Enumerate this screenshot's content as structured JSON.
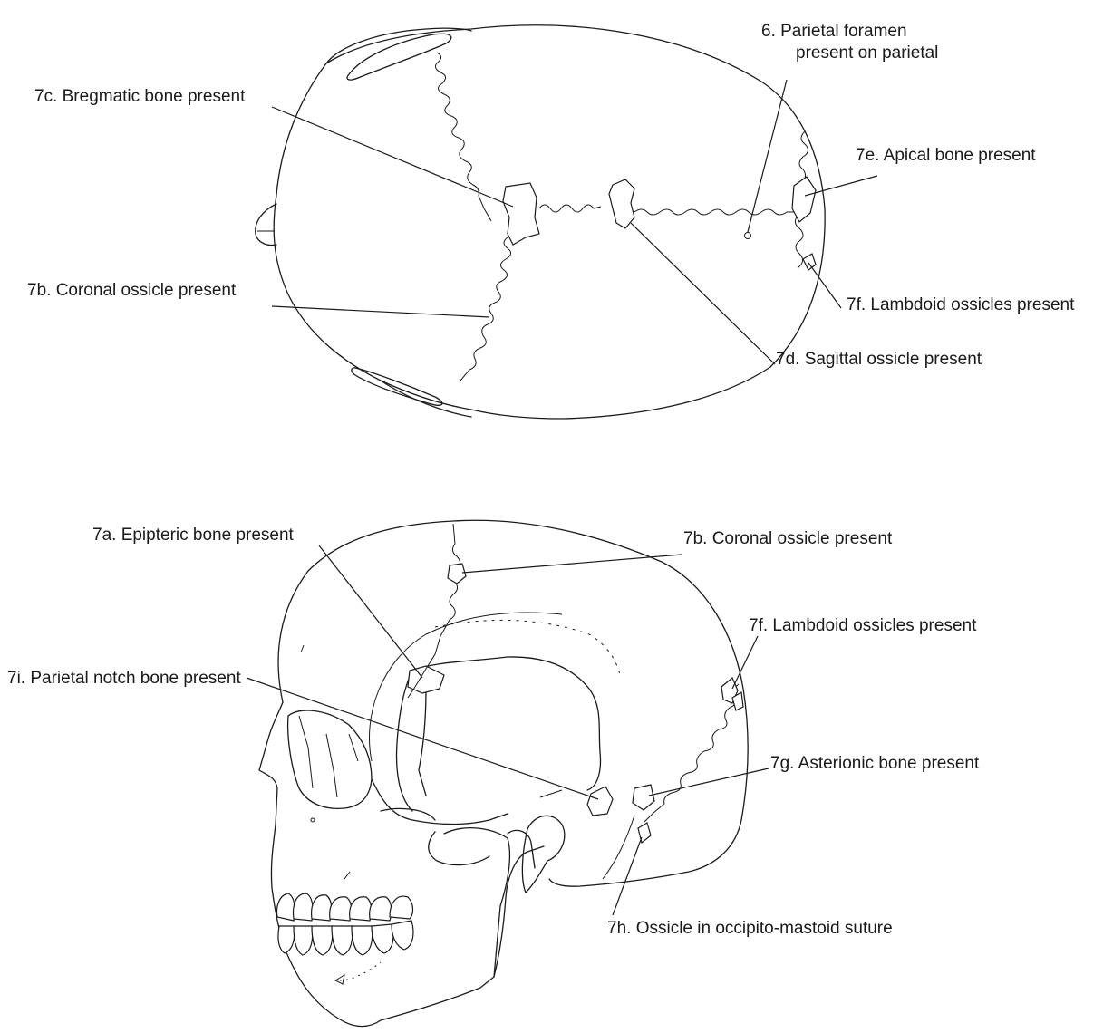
{
  "top_view": {
    "labels": {
      "parietal_foramen_line1": "6. Parietal foramen",
      "parietal_foramen_line2": "present on parietal",
      "bregmatic": "7c. Bregmatic bone present",
      "apical": "7e. Apical bone present",
      "coronal": "7b. Coronal ossicle present",
      "lambdoid": "7f. Lambdoid ossicles present",
      "sagittal": "7d. Sagittal ossicle present"
    }
  },
  "side_view": {
    "labels": {
      "epipteric": "7a. Epipteric bone present",
      "coronal": "7b. Coronal ossicle present",
      "lambdoid": "7f. Lambdoid ossicles present",
      "parietal_notch": "7i. Parietal notch bone present",
      "asterionic": "7g. Asterionic bone present",
      "occipito_mastoid": "7h. Ossicle in occipito-mastoid suture"
    }
  },
  "colors": {
    "ink": "#1a1a1a",
    "paper": "#ffffff"
  }
}
